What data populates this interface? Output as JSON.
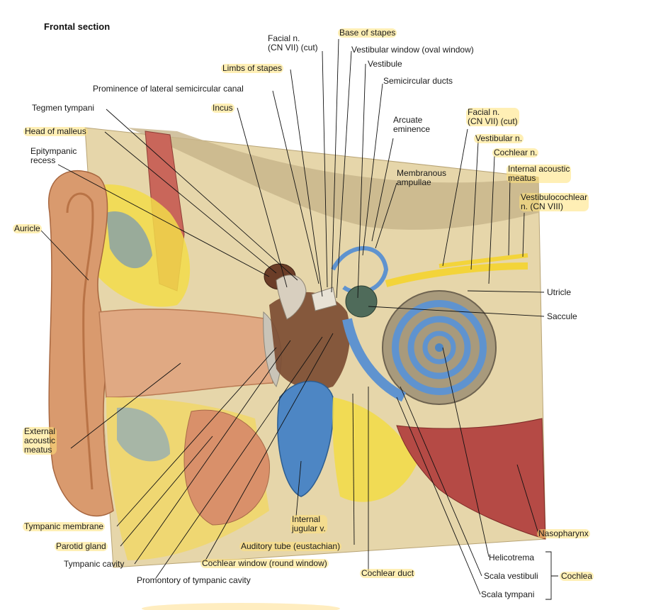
{
  "title": "Frontal section",
  "labels": {
    "facial_top": "Facial n.\n(CN VII) (cut)",
    "base_stapes": "Base of stapes",
    "vestibular_window": "Vestibular window (oval window)",
    "vestibule": "Vestibule",
    "limbs_stapes": "Limbs of stapes",
    "semicircular_ducts": "Semicircular ducts",
    "prominence": "Prominence of lateral semicircular canal",
    "incus": "Incus",
    "tegmen": "Tegmen tympani",
    "arcuate": "Arcuate\neminence",
    "head_malleus": "Head of malleus",
    "epitympanic": "Epitympanic\nrecess",
    "membranous_ampullae": "Membranous\nampullae",
    "facial_right": "Facial n.\n(CN VII) (cut)",
    "vestibular_n": "Vestibular n.",
    "cochlear_n": "Cochlear n.",
    "internal_acoustic": "Internal acoustic\nmeatus",
    "vestibulocochlear": "Vestibulocochlear\nn. (CN VIII)",
    "auricle": "Auricle",
    "utricle": "Utricle",
    "saccule": "Saccule",
    "external_meatus": "External\nacoustic\nmeatus",
    "internal_jugular": "Internal\njugular v.",
    "nasopharynx": "Nasopharynx",
    "tympanic_membrane": "Tympanic membrane",
    "auditory_tube": "Auditory tube (eustachian)",
    "helicotrema": "Helicotrema",
    "parotid": "Parotid gland",
    "tympanic_cavity": "Tympanic cavity",
    "cochlear_window": "Cochlear window (round window)",
    "cochlear_duct": "Cochlear duct",
    "scala_vestibuli": "Scala vestibuli",
    "cochlea": "Cochlea",
    "promontory": "Promontory of tympanic cavity",
    "scala_tympani": "Scala tympani"
  },
  "colors": {
    "highlight": "#ffe278",
    "bone": "#e3d3a8",
    "skin": "#d99a6e",
    "fat": "#f2dc4a",
    "muscle": "#c9665a",
    "vein": "#4d86c4",
    "perilymph": "#5f93cf",
    "nerve": "#f3d43a"
  }
}
